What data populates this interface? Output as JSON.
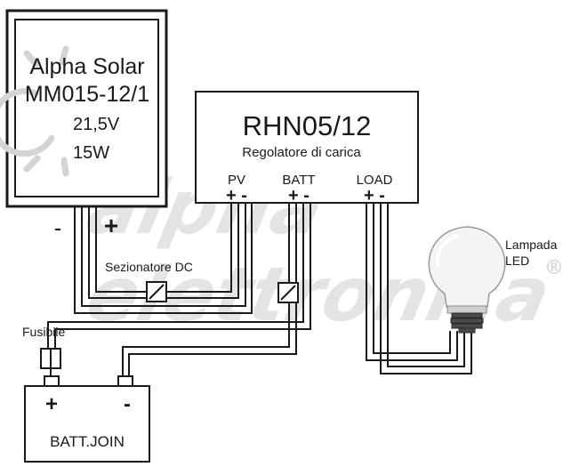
{
  "panel": {
    "brand": "Alpha Solar",
    "model": "MM015-12/1",
    "voltage": "21,5V",
    "power": "15W",
    "minus": "-",
    "plus": "+"
  },
  "controller": {
    "model": "RHN05/12",
    "subtitle": "Regolatore di carica",
    "pv_label": "PV",
    "pv_polarity": "+ -",
    "batt_label": "BATT",
    "batt_polarity": "+ -",
    "load_label": "LOAD",
    "load_polarity": "+ -"
  },
  "dc_switch": {
    "label": "Sezionatore DC"
  },
  "fuse": {
    "label": "Fusibile"
  },
  "battery": {
    "plus": "+",
    "minus": "-",
    "label": "BATT.JOIN"
  },
  "lamp": {
    "label_line1": "Lampada",
    "label_line2": "LED"
  },
  "watermark": {
    "text_line1": "alpha",
    "text_line2": "elettronica",
    "registered": "®"
  },
  "colors": {
    "line": "#1a1a1a",
    "bulb": "#f2f2f2",
    "watermark": "#cfcfcf"
  }
}
